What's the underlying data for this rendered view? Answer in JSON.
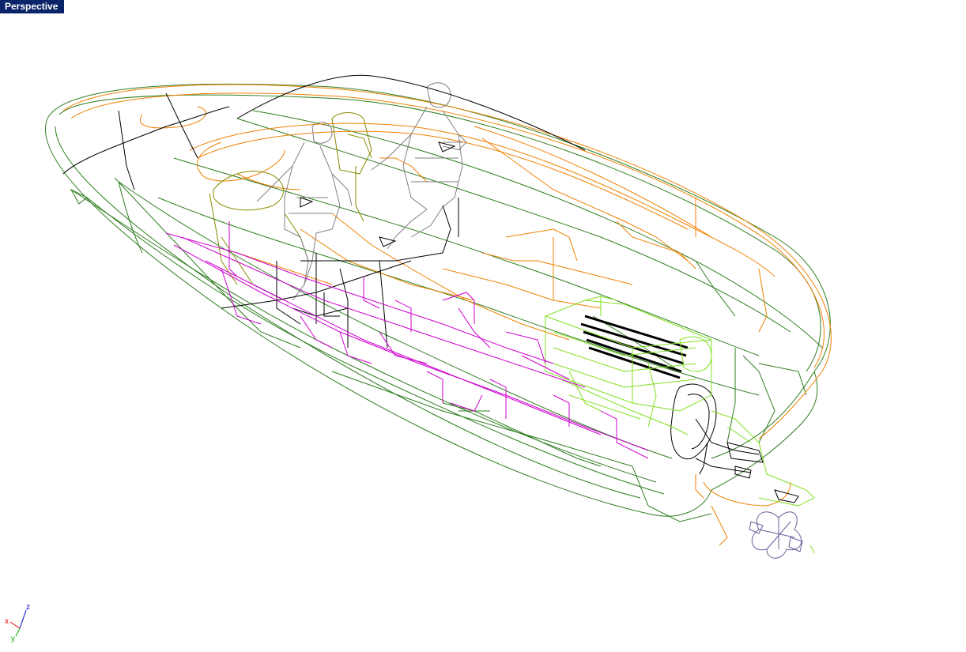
{
  "viewport": {
    "title": "Perspective",
    "background": "#ffffff",
    "title_bar_color": "#0a246a"
  },
  "axes": {
    "x_label": "x",
    "y_label": "y",
    "z_label": "z",
    "x_color": "#e00000",
    "y_color": "#00b000",
    "z_color": "#0000d0"
  },
  "model_layers": {
    "hull": "#2e7d1f",
    "deck": "#f08000",
    "interior": "#8a8a00",
    "figures": "#808080",
    "engine": "#80e020",
    "frame": "#d000d0",
    "propeller": "#6b5b9a",
    "outline": "#000000"
  }
}
